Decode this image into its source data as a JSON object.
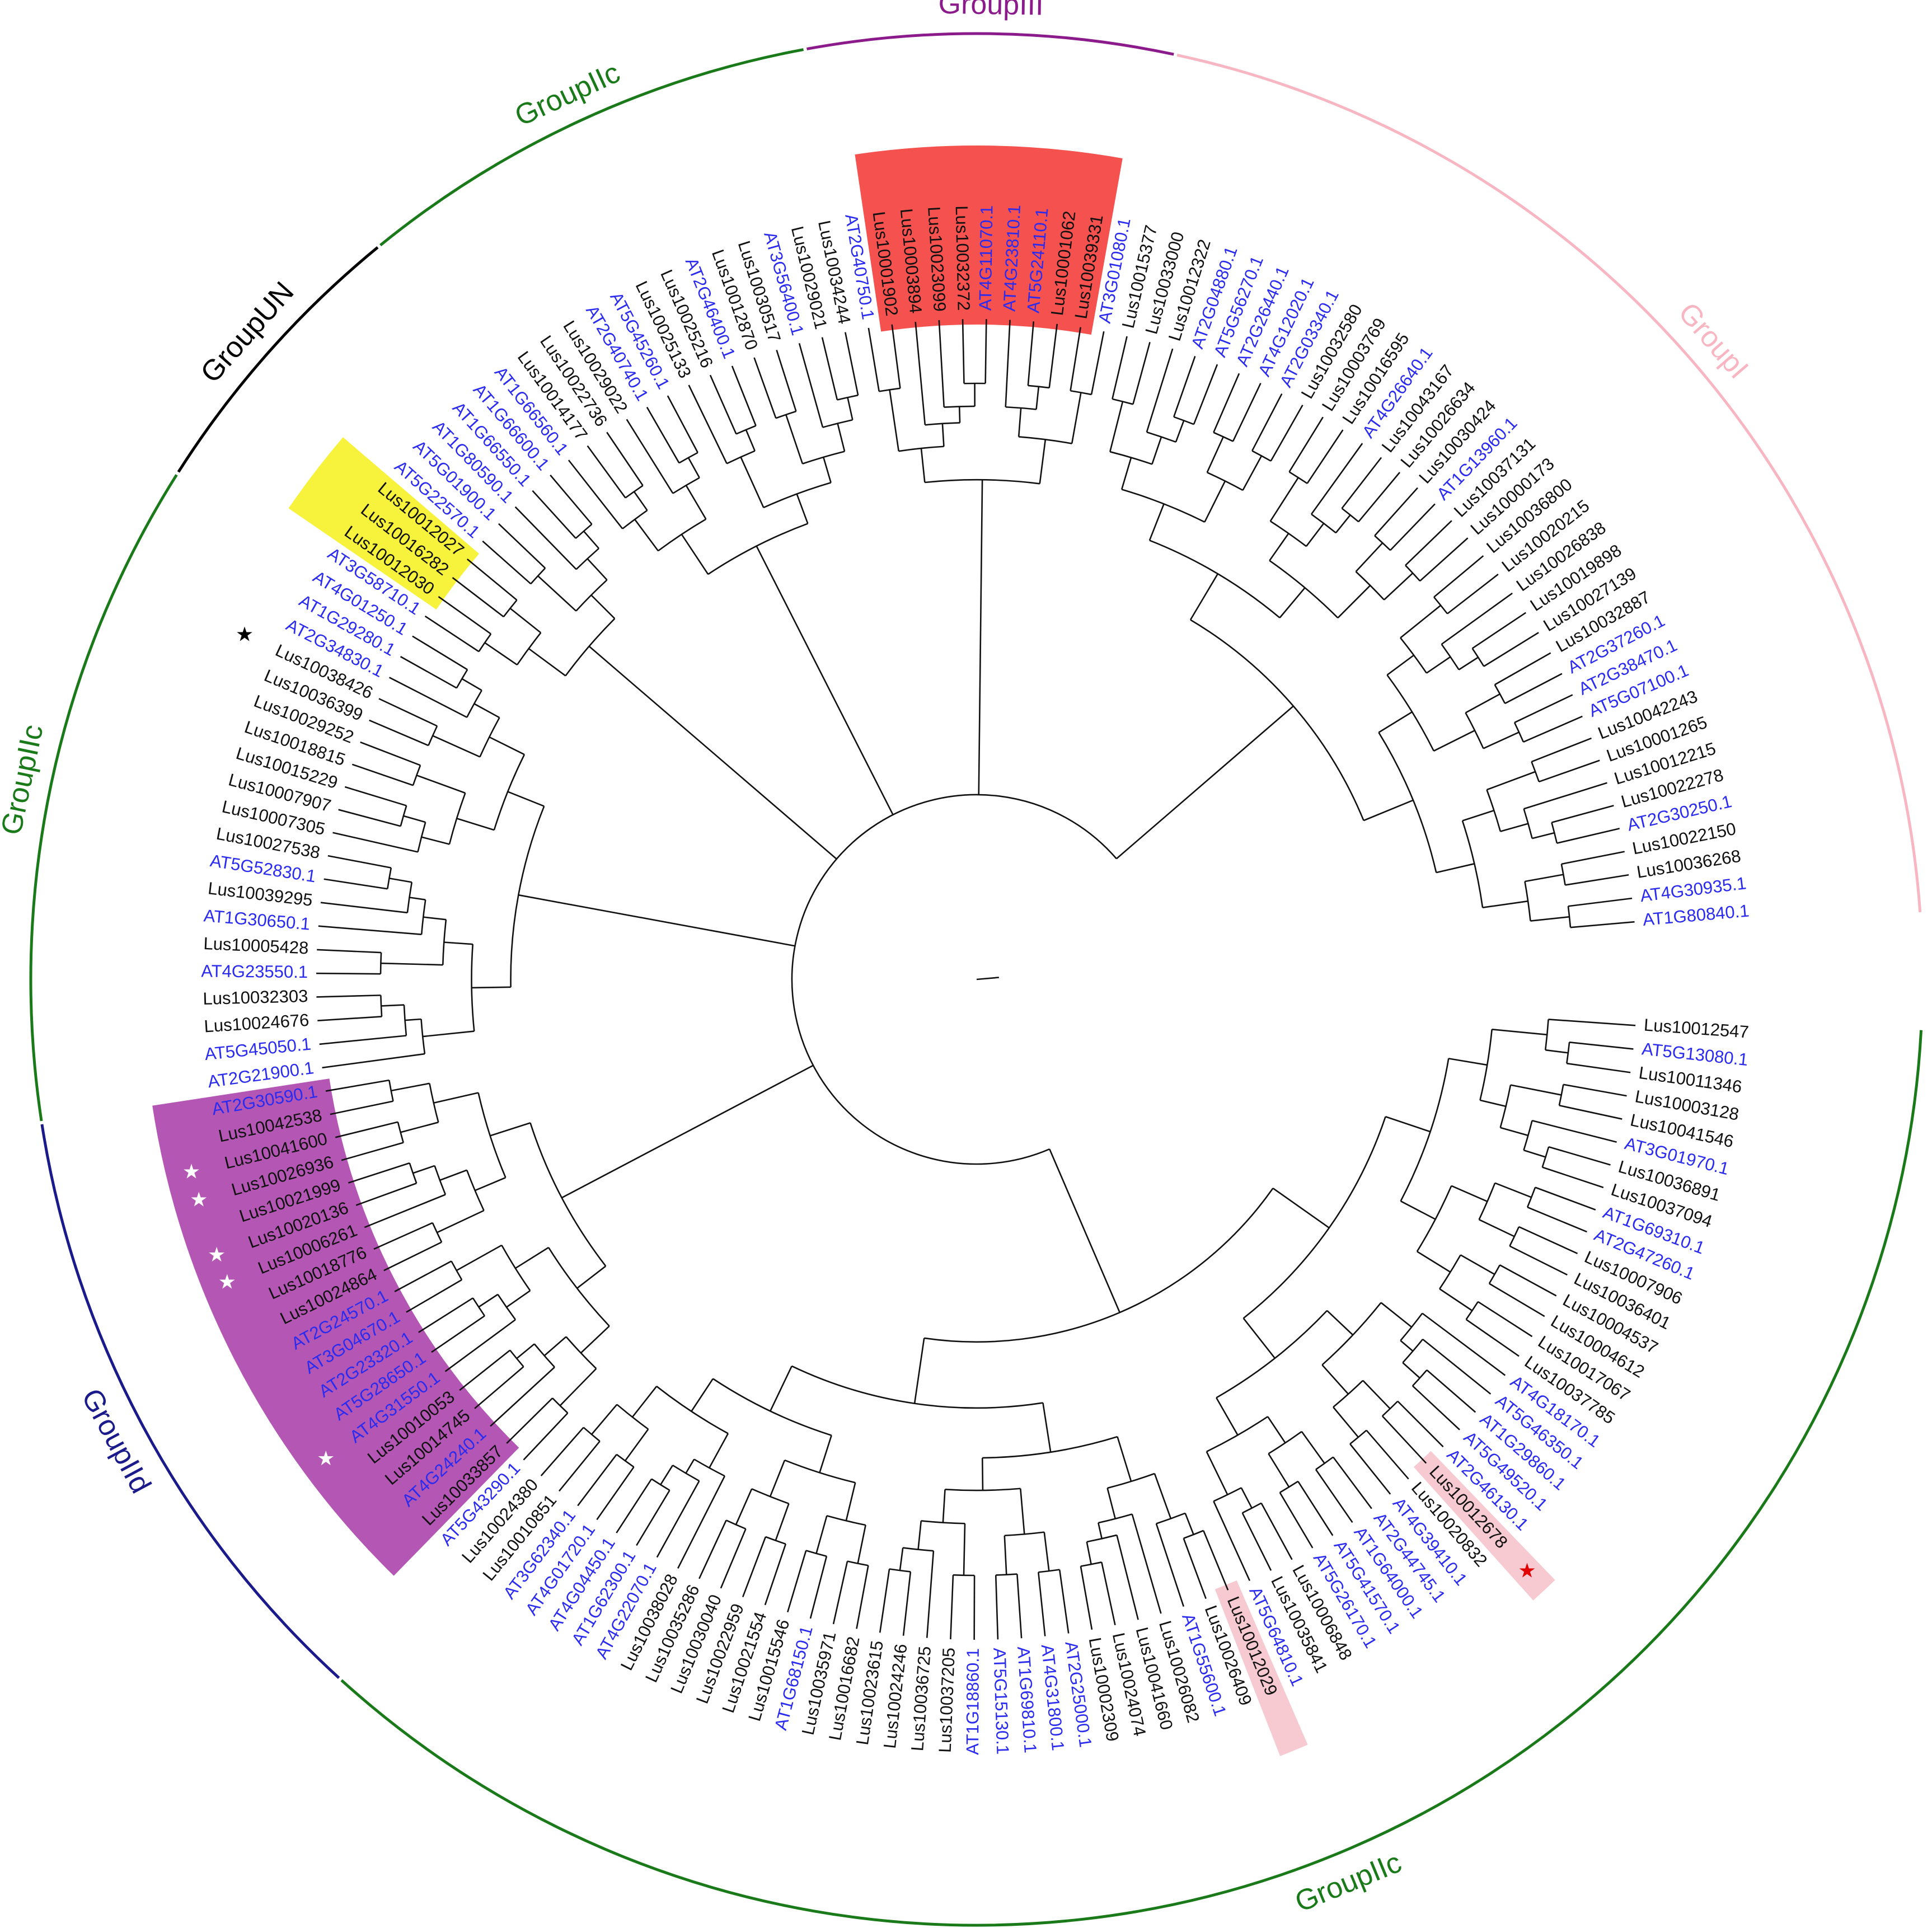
{
  "colors": {
    "arabidopsis": "#2b2bf0",
    "flax": "#111111",
    "branch": "#111111"
  },
  "leaves": [
    {
      "label": "AT1G80840.1",
      "color": "arabidopsis"
    },
    {
      "label": "AT4G30935.1",
      "color": "arabidopsis"
    },
    {
      "label": "Lus10036268",
      "color": "flax"
    },
    {
      "label": "Lus10022150",
      "color": "flax"
    },
    {
      "label": "AT2G30250.1",
      "color": "arabidopsis"
    },
    {
      "label": "Lus10022278",
      "color": "flax"
    },
    {
      "label": "Lus10012215",
      "color": "flax"
    },
    {
      "label": "Lus10001265",
      "color": "flax"
    },
    {
      "label": "Lus10042243",
      "color": "flax"
    },
    {
      "label": "AT5G07100.1",
      "color": "arabidopsis"
    },
    {
      "label": "AT2G38470.1",
      "color": "arabidopsis"
    },
    {
      "label": "AT2G37260.1",
      "color": "arabidopsis"
    },
    {
      "label": "Lus10032887",
      "color": "flax"
    },
    {
      "label": "Lus10027139",
      "color": "flax"
    },
    {
      "label": "Lus10019898",
      "color": "flax"
    },
    {
      "label": "Lus10026838",
      "color": "flax"
    },
    {
      "label": "Lus10020215",
      "color": "flax"
    },
    {
      "label": "Lus10036800",
      "color": "flax"
    },
    {
      "label": "Lus10000173",
      "color": "flax"
    },
    {
      "label": "Lus10037131",
      "color": "flax"
    },
    {
      "label": "AT1G13960.1",
      "color": "arabidopsis"
    },
    {
      "label": "Lus10030424",
      "color": "flax"
    },
    {
      "label": "Lus10026634",
      "color": "flax"
    },
    {
      "label": "Lus10043167",
      "color": "flax"
    },
    {
      "label": "AT4G26640.1",
      "color": "arabidopsis"
    },
    {
      "label": "Lus10016595",
      "color": "flax"
    },
    {
      "label": "Lus10003769",
      "color": "flax"
    },
    {
      "label": "Lus10032580",
      "color": "flax"
    },
    {
      "label": "AT2G03340.1",
      "color": "arabidopsis"
    },
    {
      "label": "AT4G12020.1",
      "color": "arabidopsis"
    },
    {
      "label": "AT2G26440.1",
      "color": "arabidopsis"
    },
    {
      "label": "AT5G56270.1",
      "color": "arabidopsis"
    },
    {
      "label": "AT2G04880.1",
      "color": "arabidopsis"
    },
    {
      "label": "Lus10012322",
      "color": "flax"
    },
    {
      "label": "Lus10033000",
      "color": "flax"
    },
    {
      "label": "Lus10015377",
      "color": "flax"
    },
    {
      "label": "AT3G01080.1",
      "color": "arabidopsis"
    },
    {
      "label": "Lus10039331",
      "color": "flax"
    },
    {
      "label": "Lus10001062",
      "color": "flax"
    },
    {
      "label": "AT5G24110.1",
      "color": "arabidopsis"
    },
    {
      "label": "AT4G23810.1",
      "color": "arabidopsis"
    },
    {
      "label": "AT4G11070.1",
      "color": "arabidopsis"
    },
    {
      "label": "Lus10032372",
      "color": "flax"
    },
    {
      "label": "Lus10023099",
      "color": "flax"
    },
    {
      "label": "Lus10003894",
      "color": "flax"
    },
    {
      "label": "Lus10001902",
      "color": "flax"
    },
    {
      "label": "AT2G40750.1",
      "color": "arabidopsis"
    },
    {
      "label": "Lus10034244",
      "color": "flax"
    },
    {
      "label": "Lus10029021",
      "color": "flax"
    },
    {
      "label": "AT3G56400.1",
      "color": "arabidopsis"
    },
    {
      "label": "Lus10030517",
      "color": "flax"
    },
    {
      "label": "Lus10012870",
      "color": "flax"
    },
    {
      "label": "AT2G46400.1",
      "color": "arabidopsis"
    },
    {
      "label": "Lus10025216",
      "color": "flax"
    },
    {
      "label": "Lus10025133",
      "color": "flax"
    },
    {
      "label": "AT5G45260.1",
      "color": "arabidopsis"
    },
    {
      "label": "AT2G40740.1",
      "color": "arabidopsis"
    },
    {
      "label": "Lus10029022",
      "color": "flax"
    },
    {
      "label": "Lus10022736",
      "color": "flax"
    },
    {
      "label": "Lus10014177",
      "color": "flax"
    },
    {
      "label": "AT1G66560.1",
      "color": "arabidopsis"
    },
    {
      "label": "AT1G66600.1",
      "color": "arabidopsis"
    },
    {
      "label": "AT1G66550.1",
      "color": "arabidopsis"
    },
    {
      "label": "AT1G80590.1",
      "color": "arabidopsis"
    },
    {
      "label": "AT5G01900.1",
      "color": "arabidopsis"
    },
    {
      "label": "AT5G22570.1",
      "color": "arabidopsis"
    },
    {
      "label": "Lus10012027",
      "color": "flax"
    },
    {
      "label": "Lus10016282",
      "color": "flax"
    },
    {
      "label": "Lus10012030",
      "color": "flax"
    },
    {
      "label": "AT3G58710.1",
      "color": "arabidopsis"
    },
    {
      "label": "AT4G01250.1",
      "color": "arabidopsis"
    },
    {
      "label": "AT1G29280.1",
      "color": "arabidopsis"
    },
    {
      "label": "AT2G34830.1",
      "color": "arabidopsis"
    },
    {
      "label": "Lus10038426",
      "color": "flax",
      "marker": "black-star"
    },
    {
      "label": "Lus10036399",
      "color": "flax"
    },
    {
      "label": "Lus10029252",
      "color": "flax"
    },
    {
      "label": "Lus10018815",
      "color": "flax"
    },
    {
      "label": "Lus10015229",
      "color": "flax"
    },
    {
      "label": "Lus10007907",
      "color": "flax"
    },
    {
      "label": "Lus10007305",
      "color": "flax"
    },
    {
      "label": "Lus10027538",
      "color": "flax"
    },
    {
      "label": "AT5G52830.1",
      "color": "arabidopsis"
    },
    {
      "label": "Lus10039295",
      "color": "flax"
    },
    {
      "label": "AT1G30650.1",
      "color": "arabidopsis"
    },
    {
      "label": "Lus10005428",
      "color": "flax"
    },
    {
      "label": "AT4G23550.1",
      "color": "arabidopsis"
    },
    {
      "label": "Lus10032303",
      "color": "flax"
    },
    {
      "label": "Lus10024676",
      "color": "flax"
    },
    {
      "label": "AT5G45050.1",
      "color": "arabidopsis"
    },
    {
      "label": "AT2G21900.1",
      "color": "arabidopsis"
    },
    {
      "label": "AT2G30590.1",
      "color": "arabidopsis"
    },
    {
      "label": "Lus10042538",
      "color": "flax"
    },
    {
      "label": "Lus10041600",
      "color": "flax",
      "marker": "white-star"
    },
    {
      "label": "Lus10026936",
      "color": "flax",
      "marker": "white-star"
    },
    {
      "label": "Lus10021999",
      "color": "flax"
    },
    {
      "label": "Lus10020136",
      "color": "flax",
      "marker": "white-star"
    },
    {
      "label": "Lus10006261",
      "color": "flax",
      "marker": "white-star"
    },
    {
      "label": "Lus10018776",
      "color": "flax"
    },
    {
      "label": "Lus10024864",
      "color": "flax"
    },
    {
      "label": "AT2G24570.1",
      "color": "arabidopsis"
    },
    {
      "label": "AT3G04670.1",
      "color": "arabidopsis"
    },
    {
      "label": "AT2G23320.1",
      "color": "arabidopsis"
    },
    {
      "label": "AT5G28650.1",
      "color": "arabidopsis"
    },
    {
      "label": "AT4G31550.1",
      "color": "arabidopsis",
      "marker": "white-star"
    },
    {
      "label": "Lus10010053",
      "color": "flax"
    },
    {
      "label": "Lus10014745",
      "color": "flax"
    },
    {
      "label": "AT4G24240.1",
      "color": "arabidopsis"
    },
    {
      "label": "Lus10033857",
      "color": "flax"
    },
    {
      "label": "AT5G43290.1",
      "color": "arabidopsis"
    },
    {
      "label": "Lus10024380",
      "color": "flax"
    },
    {
      "label": "Lus10010851",
      "color": "flax"
    },
    {
      "label": "AT3G62340.1",
      "color": "arabidopsis"
    },
    {
      "label": "AT4G01720.1",
      "color": "arabidopsis"
    },
    {
      "label": "AT4G04450.1",
      "color": "arabidopsis"
    },
    {
      "label": "AT1G62300.1",
      "color": "arabidopsis"
    },
    {
      "label": "AT4G22070.1",
      "color": "arabidopsis"
    },
    {
      "label": "Lus10038028",
      "color": "flax"
    },
    {
      "label": "Lus10035286",
      "color": "flax"
    },
    {
      "label": "Lus10030040",
      "color": "flax"
    },
    {
      "label": "Lus10022959",
      "color": "flax"
    },
    {
      "label": "Lus10021554",
      "color": "flax"
    },
    {
      "label": "Lus10015546",
      "color": "flax"
    },
    {
      "label": "AT1G68150.1",
      "color": "arabidopsis"
    },
    {
      "label": "Lus10035971",
      "color": "flax"
    },
    {
      "label": "Lus10016682",
      "color": "flax"
    },
    {
      "label": "Lus10023615",
      "color": "flax"
    },
    {
      "label": "Lus10024246",
      "color": "flax"
    },
    {
      "label": "Lus10036725",
      "color": "flax"
    },
    {
      "label": "Lus10037205",
      "color": "flax"
    },
    {
      "label": "AT1G18860.1",
      "color": "arabidopsis"
    },
    {
      "label": "AT5G15130.1",
      "color": "arabidopsis"
    },
    {
      "label": "AT1G69810.1",
      "color": "arabidopsis"
    },
    {
      "label": "AT4G31800.1",
      "color": "arabidopsis"
    },
    {
      "label": "AT2G25000.1",
      "color": "arabidopsis"
    },
    {
      "label": "Lus10002309",
      "color": "flax"
    },
    {
      "label": "Lus10024074",
      "color": "flax"
    },
    {
      "label": "Lus10041660",
      "color": "flax"
    },
    {
      "label": "Lus10026082",
      "color": "flax"
    },
    {
      "label": "AT1G55600.1",
      "color": "arabidopsis"
    },
    {
      "label": "Lus10026409",
      "color": "flax"
    },
    {
      "label": "Lus10012029",
      "color": "flax"
    },
    {
      "label": "AT5G64810.1",
      "color": "arabidopsis"
    },
    {
      "label": "Lus10035841",
      "color": "flax"
    },
    {
      "label": "Lus10006848",
      "color": "flax"
    },
    {
      "label": "AT5G26170.1",
      "color": "arabidopsis"
    },
    {
      "label": "AT5G41570.1",
      "color": "arabidopsis"
    },
    {
      "label": "AT1G64000.1",
      "color": "arabidopsis"
    },
    {
      "label": "AT2G44745.1",
      "color": "arabidopsis"
    },
    {
      "label": "AT4G39410.1",
      "color": "arabidopsis"
    },
    {
      "label": "Lus10020832",
      "color": "flax"
    },
    {
      "label": "Lus10012678",
      "color": "flax",
      "marker": "red-star"
    },
    {
      "label": "AT2G46130.1",
      "color": "arabidopsis"
    },
    {
      "label": "AT5G49520.1",
      "color": "arabidopsis"
    },
    {
      "label": "AT1G29860.1",
      "color": "arabidopsis"
    },
    {
      "label": "AT5G46350.1",
      "color": "arabidopsis"
    },
    {
      "label": "AT4G18170.1",
      "color": "arabidopsis"
    },
    {
      "label": "Lus10037785",
      "color": "flax"
    },
    {
      "label": "Lus10017067",
      "color": "flax"
    },
    {
      "label": "Lus10004612",
      "color": "flax"
    },
    {
      "label": "Lus10004537",
      "color": "flax"
    },
    {
      "label": "Lus10036401",
      "color": "flax"
    },
    {
      "label": "Lus10007906",
      "color": "flax"
    },
    {
      "label": "AT2G47260.1",
      "color": "arabidopsis"
    },
    {
      "label": "AT1G69310.1",
      "color": "arabidopsis"
    },
    {
      "label": "Lus10037094",
      "color": "flax"
    },
    {
      "label": "Lus10036891",
      "color": "flax"
    },
    {
      "label": "AT3G01970.1",
      "color": "arabidopsis"
    },
    {
      "label": "Lus10041546",
      "color": "flax"
    },
    {
      "label": "Lus10003128",
      "color": "flax"
    },
    {
      "label": "Lus10011346",
      "color": "flax"
    },
    {
      "label": "AT5G13080.1",
      "color": "arabidopsis"
    },
    {
      "label": "Lus10012547",
      "color": "flax"
    }
  ],
  "groups": [
    {
      "label": "GroupI",
      "color": "#f7b6c2",
      "from": "AT1G80840.1",
      "to": "Lus10015377"
    },
    {
      "label": "GroupIII",
      "color": "#8b1a8b",
      "from": "AT3G01080.1",
      "to": "AT2G40750.1"
    },
    {
      "label": "GroupIIc",
      "color": "#1a7a1a",
      "from": "Lus10034244",
      "to": "AT1G66560.1"
    },
    {
      "label": "GroupUN",
      "color": "#000000",
      "from": "AT1G66600.1",
      "to": "AT3G58710.1"
    },
    {
      "label": "GroupIIc",
      "color": "#1a7a1a",
      "from": "AT4G01250.1",
      "to": "AT2G21900.1"
    },
    {
      "label": "GroupIId",
      "color": "#1a1a8b",
      "from": "AT2G30590.1",
      "to": "AT5G43290.1"
    },
    {
      "label": "GroupIIc",
      "color": "#1a7a1a",
      "from": "Lus10024380",
      "to": "Lus10012547"
    }
  ],
  "highlights": [
    {
      "name": "groupIII-highlight",
      "color": "#f4514f",
      "from": "Lus10039331",
      "to": "Lus10001902"
    },
    {
      "name": "groupUN-highlight",
      "color": "#f7f23c",
      "from": "Lus10012027",
      "to": "Lus10012030"
    },
    {
      "name": "groupIId-highlight",
      "color": "#b456b4",
      "from": "AT2G30590.1",
      "to": "Lus10033857"
    },
    {
      "name": "lus10012678-highlight",
      "color": "#f7c9d0",
      "from": "Lus10012678",
      "to": "Lus10012678"
    },
    {
      "name": "lus10012029-highlight",
      "color": "#f7c9d0",
      "from": "Lus10012029",
      "to": "Lus10012029"
    }
  ]
}
